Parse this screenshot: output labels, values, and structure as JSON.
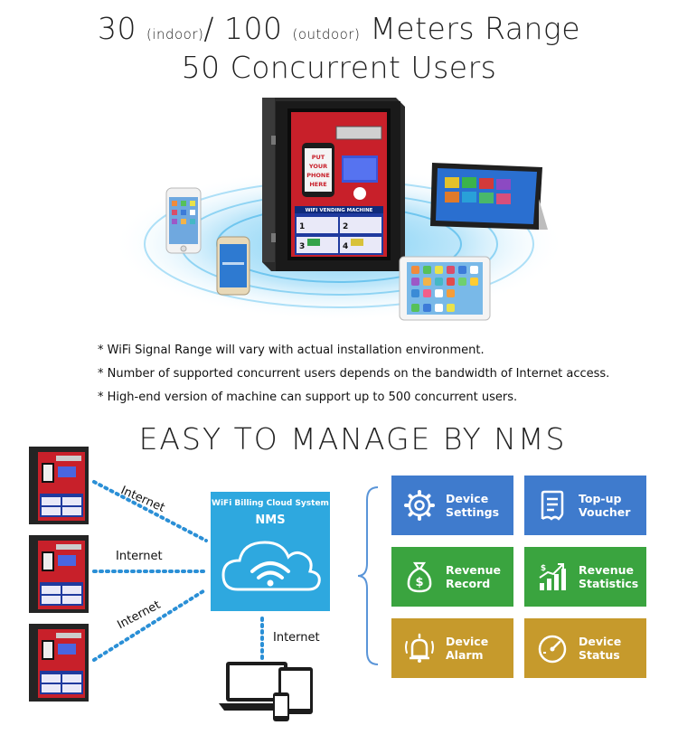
{
  "headline": {
    "range_short": "30",
    "range_short_unit": "(indoor)",
    "separator": "/",
    "range_long": "100",
    "range_long_unit": "(outdoor)",
    "range_suffix": "Meters Range",
    "users": "50 Concurrent Users"
  },
  "machine_screen": {
    "put_phone": [
      "PUT",
      "YOUR",
      "PHONE",
      "HERE"
    ],
    "machine_label": "WIFI VENDING MACHINE",
    "steps": [
      "1",
      "2",
      "3",
      "4"
    ]
  },
  "notes": [
    "* WiFi Signal Range will vary with actual installation environment.",
    "* Number of supported concurrent users depends on the bandwidth of Internet access.",
    "* High-end version of machine can support up to 500 concurrent users."
  ],
  "section2_title": "EASY TO MANAGE BY NMS",
  "nms": {
    "subtitle": "WiFi Billing Cloud System",
    "title": "NMS"
  },
  "links": {
    "top": "Internet",
    "middle": "Internet",
    "bottom": "Internet",
    "client": "Internet"
  },
  "tiles": [
    {
      "label": "Device\nSettings",
      "icon": "gear-icon",
      "color": "#3f7bcd"
    },
    {
      "label": "Top-up\nVoucher",
      "icon": "voucher-icon",
      "color": "#3f7bcd"
    },
    {
      "label": "Revenue\nRecord",
      "icon": "money-bag-icon",
      "color": "#3aa43f"
    },
    {
      "label": "Revenue\nStatistics",
      "icon": "bar-chart-icon",
      "color": "#3aa43f"
    },
    {
      "label": "Device\nAlarm",
      "icon": "alarm-bell-icon",
      "color": "#c69a2c"
    },
    {
      "label": "Device\nStatus",
      "icon": "gauge-icon",
      "color": "#c69a2c"
    }
  ],
  "colors": {
    "cloud_blue": "#2ea8df",
    "dotted_line": "#2a8fd6",
    "tile_blue": "#3f7bcd",
    "tile_green": "#3aa43f",
    "tile_gold": "#c69a2c"
  }
}
